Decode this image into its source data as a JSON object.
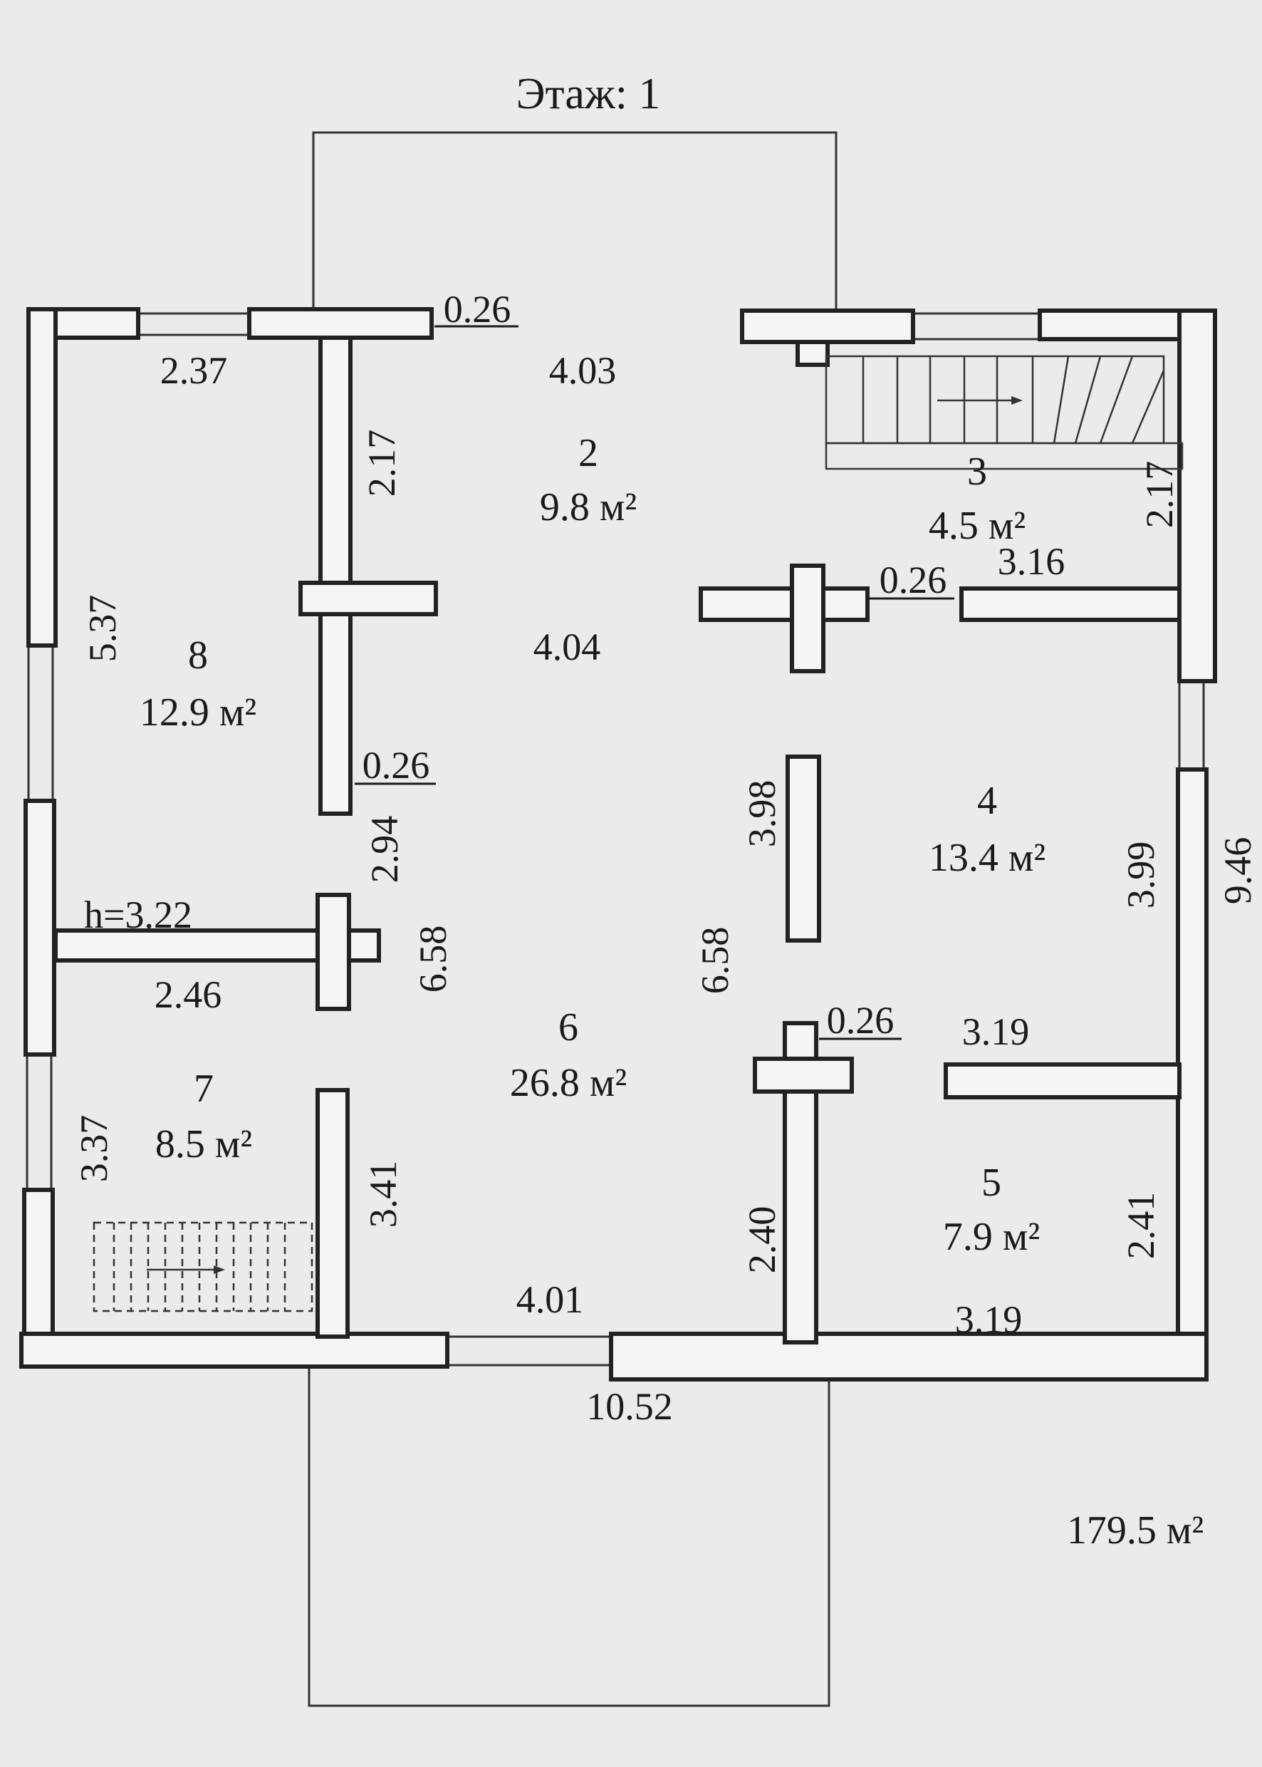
{
  "title": "Этаж: 1",
  "total_area": "179.5 м²",
  "rooms": [
    {
      "number": "2",
      "area": "9.8 м²"
    },
    {
      "number": "3",
      "area": "4.5 м²"
    },
    {
      "number": "4",
      "area": "13.4 м²"
    },
    {
      "number": "5",
      "area": "7.9 м²"
    },
    {
      "number": "6",
      "area": "26.8 м²"
    },
    {
      "number": "7",
      "area": "8.5 м²"
    },
    {
      "number": "8",
      "area": "12.9 м²"
    }
  ],
  "dimensions": {
    "d_2_37": "2.37",
    "d_0_26_top": "0.26",
    "d_4_03": "4.03",
    "d_2_17_left": "2.17",
    "d_2_17_right": "2.17",
    "d_5_37": "5.37",
    "d_4_04": "4.04",
    "d_0_26_mid": "0.26",
    "d_3_16": "3.16",
    "d_0_26_left": "0.26",
    "d_2_94": "2.94",
    "d_3_98": "3.98",
    "d_3_99": "3.99",
    "d_9_46": "9.46",
    "d_h_3_22": "h=3.22",
    "d_2_46": "2.46",
    "d_6_58_left": "6.58",
    "d_6_58_right": "6.58",
    "d_0_26_low": "0.26",
    "d_3_19_mid": "3.19",
    "d_3_37": "3.37",
    "d_3_41": "3.41",
    "d_2_40": "2.40",
    "d_2_41": "2.41",
    "d_4_01": "4.01",
    "d_3_19_bottom": "3.19",
    "d_10_52": "10.52"
  }
}
